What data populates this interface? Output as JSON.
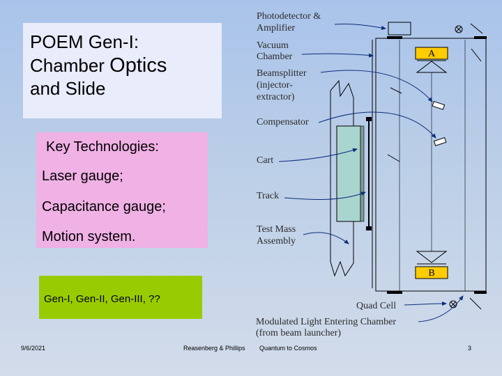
{
  "title": {
    "line1": "POEM Gen-I:",
    "line2_a": "Chamber ",
    "line2_b": "Optics",
    "line3": "and Slide"
  },
  "technologies": {
    "heading": "Key Technologies:",
    "items": [
      "Laser gauge;",
      "Capacitance gauge;",
      "Motion system."
    ]
  },
  "generations": "Gen-I,  Gen-II, Gen-III,  ??",
  "diagram": {
    "labels": {
      "photodetector": "Photodetector &",
      "amplifier": "Amplifier",
      "vacuum": "Vacuum",
      "chamber": "Chamber",
      "beamsplitter": "Beamsplitter",
      "injector": "(injector-",
      "extractor": "extractor)",
      "compensator": "Compensator",
      "cart": "Cart",
      "track": "Track",
      "testmass1": "Test Mass",
      "testmass2": "Assembly",
      "quadcell": "Quad Cell",
      "modulated1": "Modulated Light Entering Chamber",
      "modulated2": "(from beam launcher)",
      "box_a": "A",
      "box_b": "B"
    },
    "colors": {
      "label_box": "#ffcc00",
      "box_text": "#000000",
      "mass_fill": "#a9d5cf",
      "arrow": "#0b2c7a"
    }
  },
  "footer": {
    "date": "9/6/2021",
    "author": "Reasenberg & Phillips",
    "course": "Quantum to Cosmos",
    "page": "3"
  }
}
